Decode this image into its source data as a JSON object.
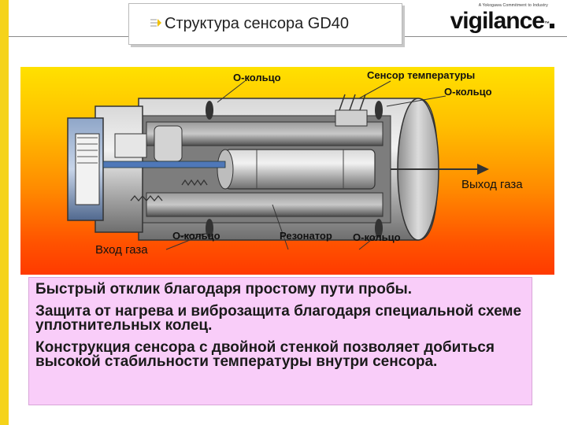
{
  "slide": {
    "title": "Структура сенсора GD40",
    "brand": {
      "logo": "vigilance",
      "tagline": "A Yokogawa Commitment to Industry",
      "trademark": "™"
    },
    "colors": {
      "accent_bar": "#f5d31a",
      "figure_top": "#ffe100",
      "figure_bottom": "#ff3a00",
      "textbox_bg": "#f9cdf9"
    }
  },
  "figure": {
    "labels": {
      "o_ring_top": "О-кольцо",
      "temp_sensor": "Сенсор температуры",
      "o_ring_right": "О-кольцо",
      "gas_outlet": "Выход газа",
      "gas_inlet": "Вход газа",
      "o_ring_bottom_left": "О-кольцо",
      "resonator": "Резонатор",
      "o_ring_bottom_right": "О-кольцо"
    }
  },
  "text": {
    "paragraphs": [
      "Быстрый отклик благодаря простому пути пробы.",
      "Защита от нагрева и виброзащита благодаря специальной схеме уплотнительных колец.",
      "Конструкция сенсора с двойной стенкой позволяет добиться высокой стабильности температуры внутри сенсора."
    ]
  }
}
